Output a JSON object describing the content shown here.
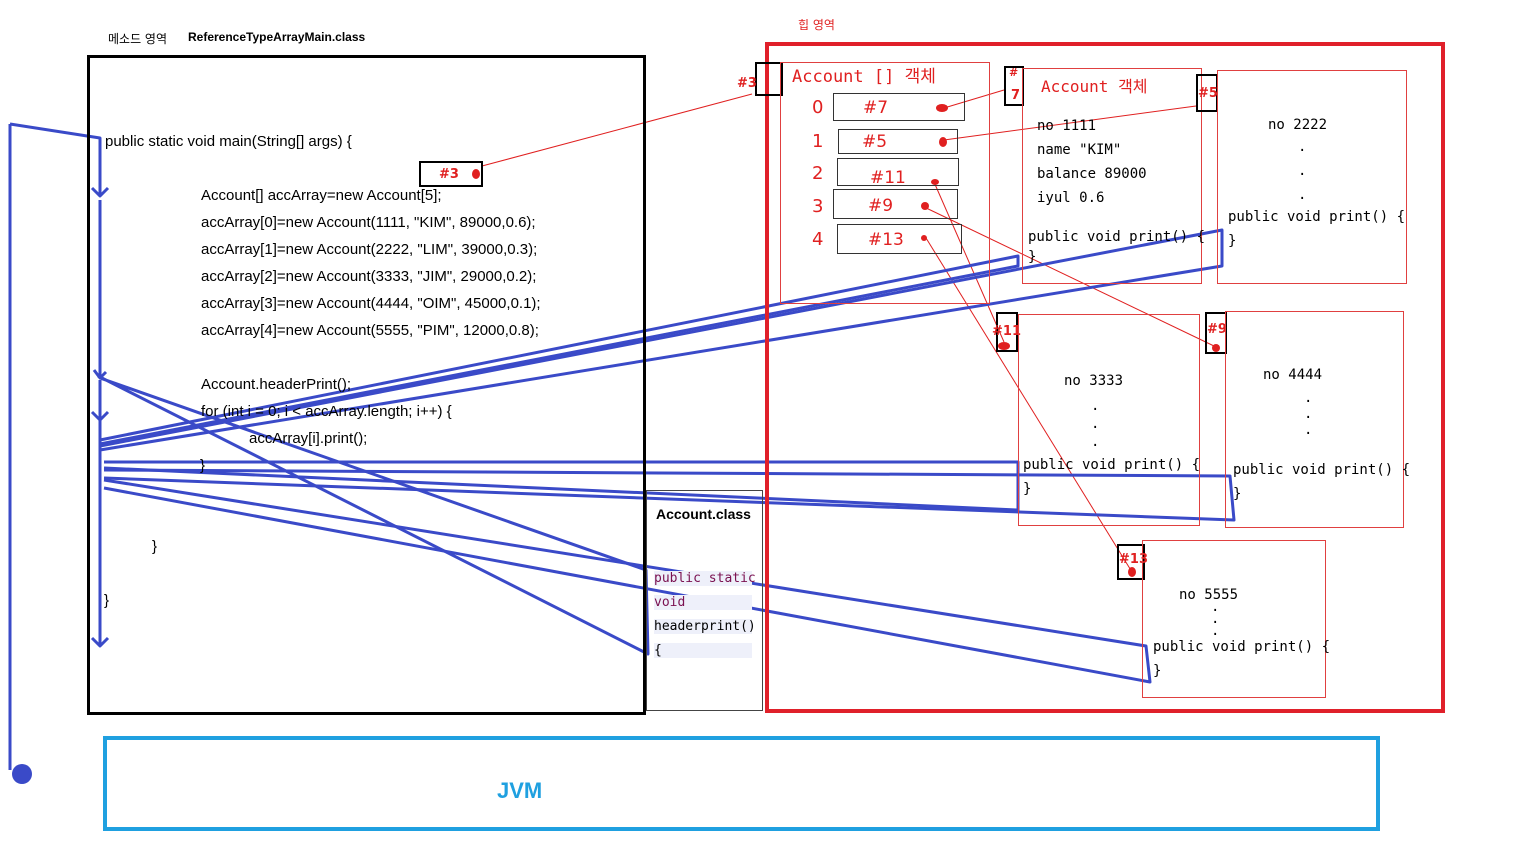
{
  "method_area": {
    "title": "메소드 영역",
    "class_name": "ReferenceTypeArrayMain.class",
    "code": {
      "main_sig": "public static void main(String[] args) {",
      "line1": "Account[] accArray=new Account[5];",
      "line2": "accArray[0]=new Account(1111, \"KIM\", 89000,0.6);",
      "line3": "accArray[1]=new Account(2222, \"LIM\", 39000,0.3);",
      "line4": "accArray[2]=new Account(3333, \"JIM\", 29000,0.2);",
      "line5": "accArray[3]=new Account(4444, \"OIM\", 45000,0.1);",
      "line6": "accArray[4]=new Account(5555, \"PIM\", 12000,0.8);",
      "line7": "Account.headerPrint();",
      "line8": "for (int i = 0; i < accArray.length; i++) {",
      "line9": "accArray[i].print();",
      "close_inner": "}",
      "close_outer": "}"
    },
    "ref_tag": "#3"
  },
  "account_class": {
    "title": "Account.class",
    "code1": "public  static",
    "code2": "void",
    "code3": "headerprint()",
    "code4": "{"
  },
  "heap": {
    "title": "힙 영역",
    "array_box": {
      "title": "Account [] 객체",
      "tag": "#3",
      "rows": [
        {
          "index": "0",
          "ref": "#7"
        },
        {
          "index": "1",
          "ref": "#5"
        },
        {
          "index": "2",
          "ref": "#11"
        },
        {
          "index": "3",
          "ref": "#9"
        },
        {
          "index": "4",
          "ref": "#13"
        }
      ]
    },
    "obj7": {
      "tag": "#",
      "tag2": "7",
      "title": "Account 객체",
      "f1": "no  1111",
      "f2": "name \"KIM\"",
      "f3": "balance 89000",
      "f4": "iyul 0.6",
      "method": "public void print() {",
      "close": "}"
    },
    "obj5": {
      "tag": "#5",
      "f1": "no 2222",
      "method": "public void print() {",
      "close": "}"
    },
    "obj11": {
      "tag": "#11",
      "f1": "no 3333",
      "method": "public void print() {",
      "close": "}"
    },
    "obj9": {
      "tag": "#9",
      "f1": "no 4444",
      "method": "public void print() {",
      "close": "}"
    },
    "obj13": {
      "tag": "#13",
      "f1": "no 5555",
      "method": "public void print() {",
      "close": "}"
    }
  },
  "jvm": {
    "label": "JVM"
  },
  "colors": {
    "heap_border": "#e0202a",
    "jvm_border": "#1fa0e0",
    "flow": "#3a4ac8",
    "ref_line": "#e02020"
  }
}
